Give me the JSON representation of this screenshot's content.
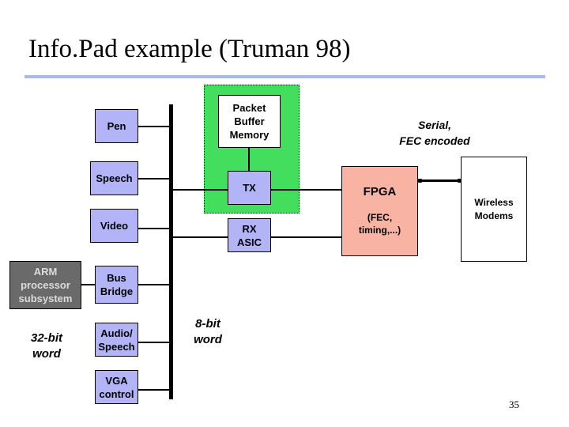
{
  "slide": {
    "title": "Info.Pad example  (Truman 98)",
    "page_number": "35",
    "accent_colors": {
      "title_rule": "#a9b9ee",
      "module_fill": "#b3b3f7",
      "radio_region_fill": "#44de5f",
      "fpga_fill": "#f8b3a2",
      "arm_fill": "#6a6a6a"
    }
  },
  "diagram": {
    "bus_modules": [
      {
        "id": "pen",
        "lines": [
          "Pen"
        ]
      },
      {
        "id": "speech",
        "lines": [
          "Speech"
        ]
      },
      {
        "id": "video",
        "lines": [
          "Video"
        ]
      },
      {
        "id": "bus-bridge",
        "lines": [
          "Bus",
          "Bridge"
        ]
      },
      {
        "id": "audio-speech",
        "lines": [
          "Audio/",
          "Speech"
        ]
      },
      {
        "id": "vga-control",
        "lines": [
          "VGA",
          "control"
        ]
      }
    ],
    "arm": {
      "lines": [
        "ARM",
        "processor",
        "subsystem"
      ]
    },
    "packet_buffer": {
      "lines": [
        "Packet",
        "Buffer",
        "Memory"
      ]
    },
    "tx": {
      "lines": [
        "TX"
      ]
    },
    "rx": {
      "lines": [
        "RX",
        "ASIC"
      ]
    },
    "fpga": {
      "title": "FPGA",
      "sub_lines": [
        "(FEC,",
        "timing,...)"
      ]
    },
    "modems": {
      "lines": [
        "Wireless",
        "Modems"
      ]
    },
    "labels": {
      "serial": [
        "Serial,",
        "FEC encoded"
      ],
      "bus_width_8": [
        "8-bit",
        "word"
      ],
      "bus_width_32": [
        "32-bit",
        "word"
      ]
    }
  }
}
